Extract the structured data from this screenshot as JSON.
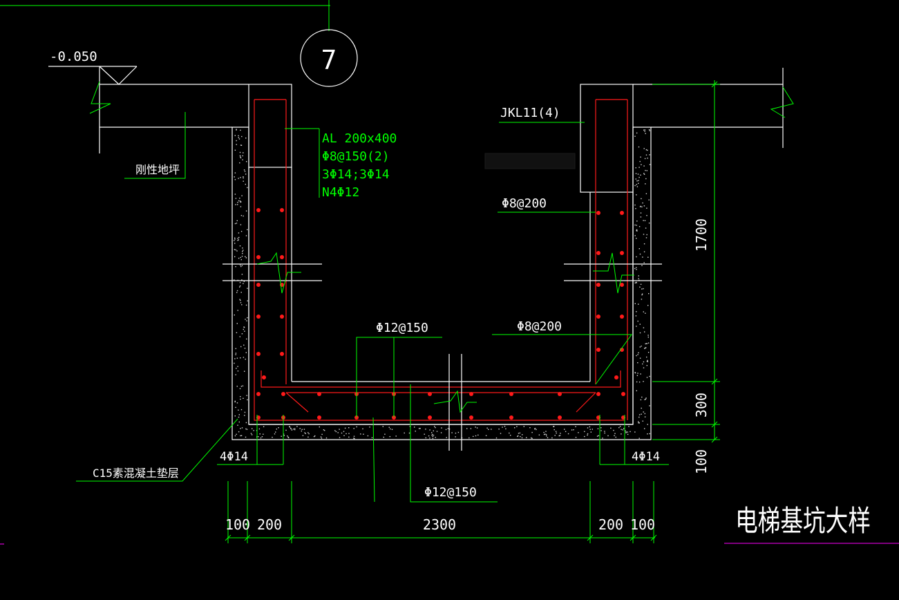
{
  "drawing": {
    "title": "电梯基坑大样",
    "axis_label": "7",
    "elevation": "-0.050",
    "slab_label": "刚性地坪",
    "cushion_label": "C15素混凝土垫层",
    "beam_left": {
      "name": "AL 200x400",
      "stirrup": "Φ8@150(2)",
      "main_bars": "3Φ14;3Φ14",
      "waist_bars": "N4Φ12"
    },
    "beam_right": {
      "name": "JKL11(4)"
    },
    "rebar_labels": {
      "wall_dist_right": "Φ8@200",
      "bottom_top_bars": "Φ12@150",
      "wall_vertical": "Φ8@200",
      "bottom_bottom_bars": "Φ12@150",
      "corner_left": "4Φ14",
      "corner_right": "4Φ14"
    },
    "dimensions": {
      "bottom": [
        "100",
        "200",
        "2300",
        "200",
        "100"
      ],
      "right": [
        "1700",
        "300",
        "100"
      ]
    }
  },
  "colors": {
    "background": "#000000",
    "concrete": "#ffffff",
    "rebar": "#ff1a1a",
    "annotation": "#00ff00",
    "title_underline": "#ff00ff"
  }
}
